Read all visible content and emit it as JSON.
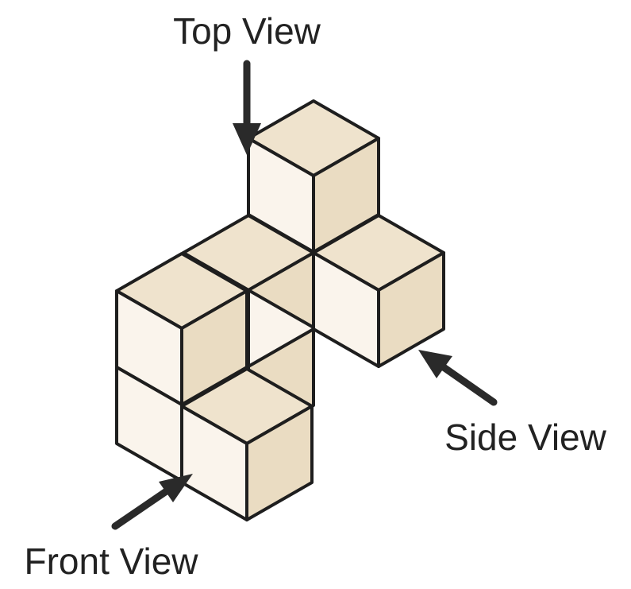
{
  "labels": {
    "top": "Top View",
    "side": "Side View",
    "front": "Front View"
  },
  "colors": {
    "face_top": "#efe3cd",
    "face_left": "#faf4ec",
    "face_right": "#eadcc2",
    "edge": "#1e1e1e",
    "arrow": "#2a2a2a",
    "text": "#222222"
  }
}
